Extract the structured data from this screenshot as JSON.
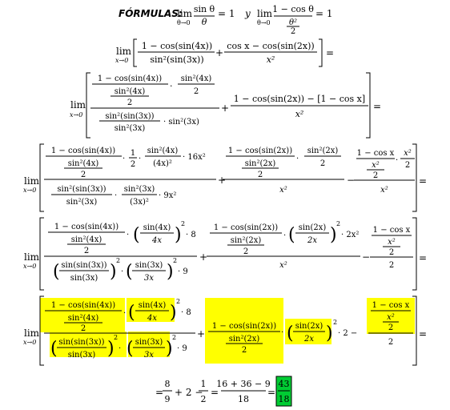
{
  "header": {
    "label": "FÓRMULAS:",
    "lim1": "lim",
    "sub1": "θ→0",
    "num1": "sin θ",
    "den1": "θ",
    "eq1": "= 1",
    "y": "y",
    "lim2": "lim",
    "sub2": "θ→0",
    "num2": "1 − cos θ",
    "den2a": "θ²",
    "den2b": "2",
    "eq2": "= 1"
  },
  "row1": {
    "lim": "lim",
    "sub": "x→0",
    "f1num": "1 − cos(sin(4x))",
    "f1den": "sin²(sin(3x))",
    "plus": "+",
    "f2num": "cos x − cos(sin(2x))",
    "f2den": "x²",
    "eq": "="
  },
  "row2": {
    "lim": "lim",
    "sub": "x→0",
    "a_num": "1 − cos(sin(4x))",
    "a_den": "sin²(4x)",
    "a_two": "2",
    "dot": "·",
    "b_num": "sin²(4x)",
    "b_den": "2",
    "c_num": "sin²(sin(3x))",
    "c_den": "sin²(3x)",
    "c_tail": "· sin²(3x)",
    "plus": "+",
    "d_num": "1 − cos(sin(2x)) − [1 − cos x]",
    "d_den": "x²",
    "eq": "="
  },
  "row3": {
    "lim": "lim",
    "sub": "x→0",
    "a_num": "1 − cos(sin(4x))",
    "a_den": "sin²(4x)",
    "two": "2",
    "half_num": "1",
    "half_den": "2",
    "b_num": "sin²(4x)",
    "b_den": "(4x)²",
    "b_tail": "· 16x²",
    "c_num": "sin²(sin(3x))",
    "c_den": "sin²(3x)",
    "d_num": "sin²(3x)",
    "d_den": "(3x)²",
    "d_tail": "· 9x²",
    "plus": "+",
    "e_num": "1 − cos(sin(2x))",
    "e_den": "sin²(2x)",
    "f_num": "sin²(2x)",
    "f_den": "2",
    "x2": "x²",
    "minus": "−",
    "g_num": "1 − cos x",
    "g_den": "x²",
    "h_num": "x²",
    "h_den": "2",
    "eq": "="
  },
  "row4": {
    "lim": "lim",
    "sub": "x→0",
    "a_num": "1 − cos(sin(4x))",
    "a_den": "sin²(4x)",
    "two": "2",
    "b_num": "sin(4x)",
    "b_den": "4x",
    "exp": "2",
    "b_tail": "· 8",
    "c_num": "sin(sin(3x))",
    "c_den": "sin(3x)",
    "d_num": "sin(3x)",
    "d_den": "3x",
    "d_tail": "· 9",
    "plus": "+",
    "e_num": "1 − cos(sin(2x))",
    "e_den": "sin²(2x)",
    "f_num": "sin(2x)",
    "f_den": "2x",
    "f_tail": "· 2x²",
    "x2": "x²",
    "minus": "−",
    "g_num": "1 − cos x",
    "g_den": "x²",
    "eq": "="
  },
  "row5": {
    "lim": "lim",
    "sub": "x→0",
    "a_num": "1 − cos(sin(4x))",
    "a_den": "sin²(4x)",
    "two": "2",
    "b_num": "sin(4x)",
    "b_den": "4x",
    "exp": "2",
    "b_tail": "· 8",
    "c_num": "sin(sin(3x))",
    "c_den": "sin(3x)",
    "d_num": "sin(3x)",
    "d_den": "3x",
    "d_tail": "· 9",
    "plus": "+",
    "e_num": "1 − cos(sin(2x))",
    "e_den": "sin²(2x)",
    "f_num": "sin(2x)",
    "f_den": "2x",
    "f_tail": "· 2 −",
    "g_num": "1 − cos x",
    "g_den": "x²",
    "eq": "="
  },
  "result": {
    "eq0": "=",
    "n1": "8",
    "d1": "9",
    "p2": "+ 2 −",
    "n2": "1",
    "d2": "2",
    "eq1": "=",
    "n3": "16 + 36 − 9",
    "d3": "18",
    "eq2": "=",
    "n4": "43",
    "d4": "18"
  },
  "colors": {
    "highlight": "#ffff00",
    "answer": "#00cc33"
  }
}
